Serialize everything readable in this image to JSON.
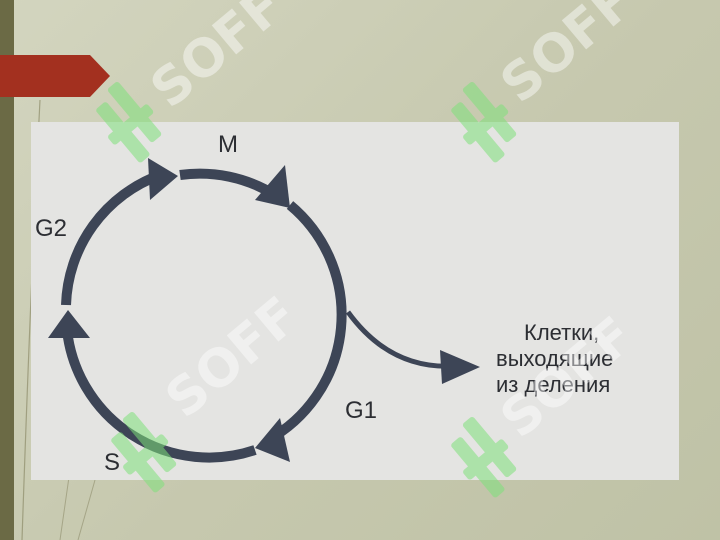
{
  "diagram": {
    "phases": {
      "m": "M",
      "g1": "G1",
      "s": "S",
      "g2": "G2"
    },
    "exit_label_lines": [
      "Клетки,",
      "выходящие",
      "из деления"
    ]
  },
  "watermark": {
    "text": "SOFF"
  },
  "colors": {
    "cycle_stroke": "#3d4556",
    "panel_bg": "#e4e4e2",
    "slide_bg": "#c8cab0",
    "accent": "#a3301f",
    "watermark_green": "#7fe07a"
  }
}
